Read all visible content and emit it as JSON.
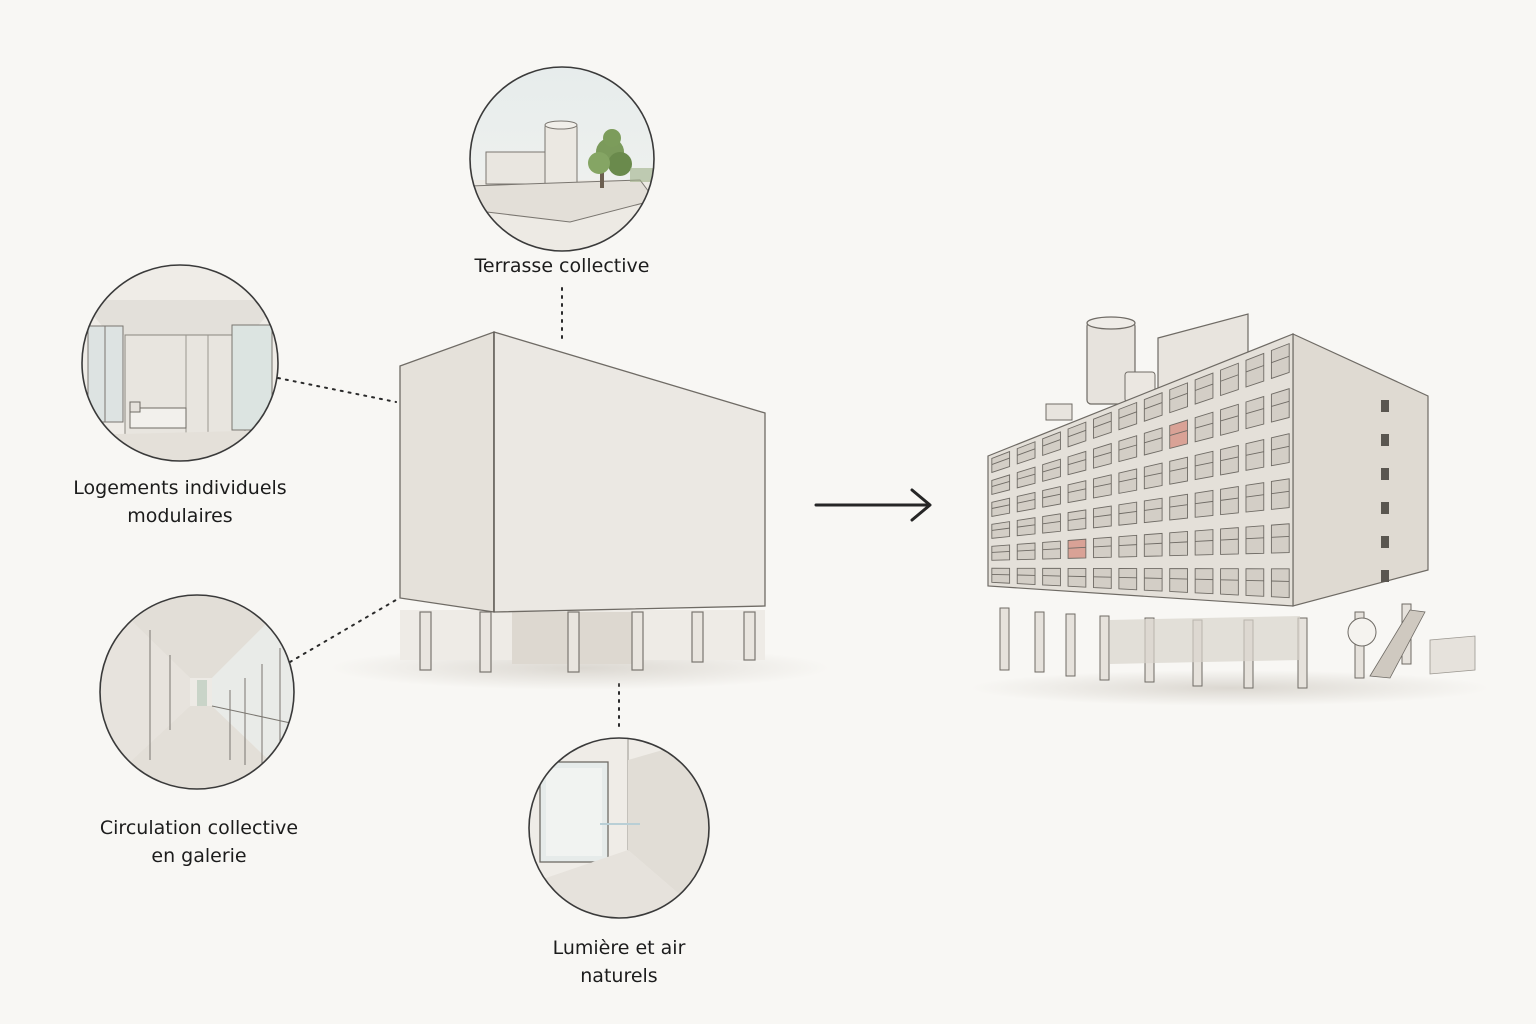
{
  "labels": {
    "terrace": "Terrasse collective",
    "housing": [
      "Logements individuels",
      "modulaires"
    ],
    "circulation": [
      "Circulation collective",
      "en galerie"
    ],
    "light": [
      "Lumière et air",
      "naturels"
    ]
  },
  "icons": {
    "arrow": "right-arrow-icon"
  },
  "colors": {
    "background": "#f8f7f4",
    "ink": "#1e1e1e",
    "concrete": "#e8e4de",
    "concrete_shadow": "#d6d1c9",
    "accent_red": "#c97a6c",
    "foliage": "#6f8f52"
  }
}
